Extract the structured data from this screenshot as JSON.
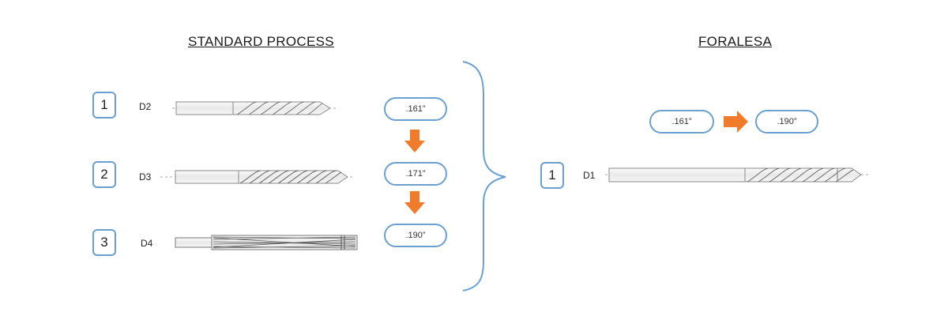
{
  "standard": {
    "title": "STANDARD PROCESS",
    "steps": [
      {
        "number": "1",
        "label": "D2",
        "diameter": ".161”"
      },
      {
        "number": "2",
        "label": "D3",
        "diameter": ".171”"
      },
      {
        "number": "3",
        "label": "D4",
        "diameter": ".190”"
      }
    ]
  },
  "foralesa": {
    "title": "FORALESA",
    "step": {
      "number": "1",
      "label": "D1"
    },
    "from": ".161”",
    "to": ".190”"
  },
  "colors": {
    "box_border": "#6a9fd0",
    "arrow": "#f07b2a",
    "brace": "#6a9fd0"
  }
}
